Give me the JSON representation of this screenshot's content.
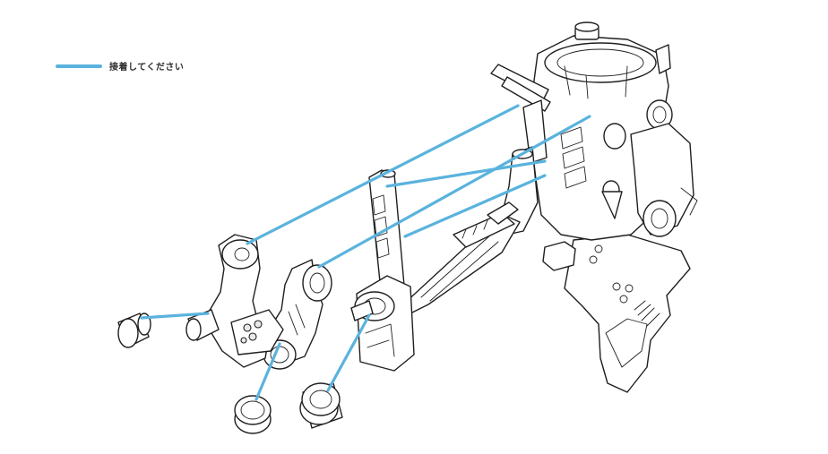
{
  "legend": {
    "label": "接着してください",
    "color": "#5ab3dd"
  },
  "icons": {
    "legend_swatch": "blue-line",
    "parts": [
      "main-body-assembly",
      "left-arm-bracket",
      "center-arm-bracket",
      "vertical-rail",
      "cap-small-left",
      "ring-lower-left",
      "ring-lower-center"
    ]
  }
}
